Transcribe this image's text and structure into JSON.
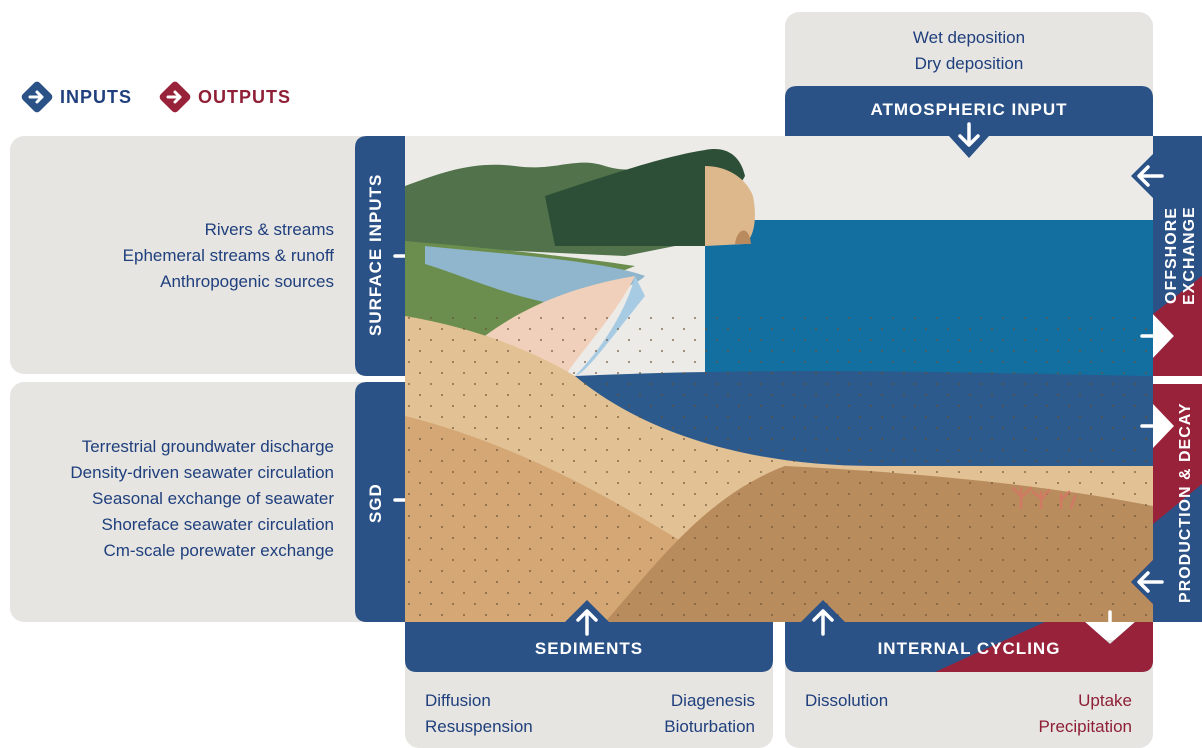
{
  "legend": {
    "inputs_label": "INPUTS",
    "outputs_label": "OUTPUTS",
    "input_color": "#2b5287",
    "output_color": "#98223a"
  },
  "atmospheric": {
    "label": "ATMOSPHERIC INPUT",
    "items": [
      "Wet deposition",
      "Dry deposition"
    ]
  },
  "surface_inputs": {
    "label": "SURFACE INPUTS",
    "items": [
      "Rivers & streams",
      "Ephemeral streams & runoff",
      "Anthropogenic sources"
    ]
  },
  "sgd": {
    "label": "SGD",
    "items": [
      "Terrestrial groundwater discharge",
      "Density-driven seawater circulation",
      "Seasonal exchange of seawater",
      "Shoreface seawater circulation",
      "Cm-scale porewater exchange"
    ]
  },
  "offshore_exchange": {
    "label_line1": "OFFSHORE",
    "label_line2": "EXCHANGE"
  },
  "production_decay": {
    "label": "PRODUCTION & DECAY"
  },
  "sediments": {
    "label": "SEDIMENTS",
    "items_left": [
      "Diffusion",
      "Resuspension"
    ],
    "items_right": [
      "Diagenesis",
      "Bioturbation"
    ]
  },
  "internal_cycling": {
    "label": "INTERNAL CYCLING",
    "items_inputs": [
      "Dissolution"
    ],
    "items_outputs": [
      "Uptake",
      "Precipitation"
    ]
  },
  "icons": {
    "legend_input": "arrow-right-diamond-icon",
    "legend_output": "arrow-right-diamond-icon",
    "flow": "arrow-icon"
  }
}
